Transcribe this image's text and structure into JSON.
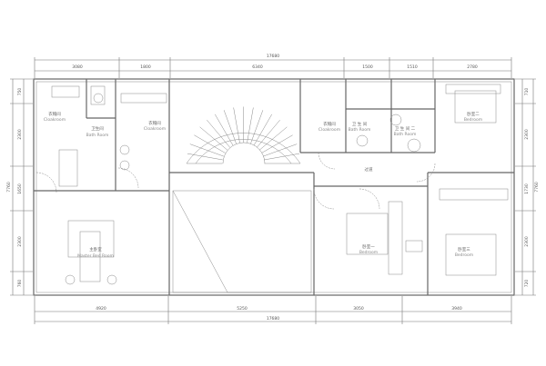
{
  "dimensions": {
    "top_total": "17680",
    "top": [
      "3080",
      "1800",
      "6340",
      "1500",
      "1510",
      "2780"
    ],
    "bottom": [
      "4920",
      "5250",
      "3050",
      "3940"
    ],
    "bottom_total": "17680",
    "left": [
      "750",
      "2300",
      "1650",
      "2300",
      "760"
    ],
    "left_total": "7760",
    "right": [
      "710",
      "2300",
      "1730",
      "2300",
      "720"
    ],
    "right_total": "7760"
  },
  "rooms": [
    {
      "cn": "衣帽间",
      "en": "Cloakroom"
    },
    {
      "cn": "卫生间",
      "en": "Bath Room"
    },
    {
      "cn": "衣帽间",
      "en": "Cloakroom"
    },
    {
      "cn": "衣帽间",
      "en": "Cloakroom"
    },
    {
      "cn": "卫 生 间",
      "en": "Bath Room"
    },
    {
      "cn": "卫 生 间 二",
      "en": "Bath Room"
    },
    {
      "cn": "卧室二",
      "en": "Bedroom"
    },
    {
      "cn": "过道",
      "en": ""
    },
    {
      "cn": "主卧室",
      "en": "Master Bed Room"
    },
    {
      "cn": "卧室一",
      "en": "Bedroom"
    },
    {
      "cn": "卧室三",
      "en": "Bedroom"
    }
  ]
}
